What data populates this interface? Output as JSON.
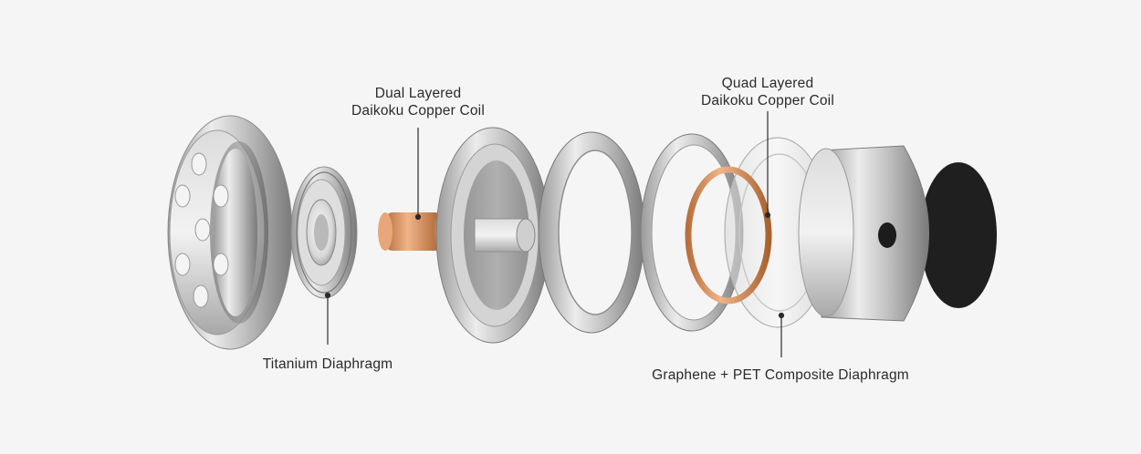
{
  "labels": {
    "dual_coil": {
      "line1": "Dual Layered",
      "line2": "Daikoku Copper Coil"
    },
    "quad_coil": {
      "line1": "Quad Layered",
      "line2": "Daikoku Copper Coil"
    },
    "titanium": "Titanium Diaphragm",
    "graphene": "Graphene + PET Composite Diaphragm"
  },
  "colors": {
    "background": "#f5f5f5",
    "metal_light": "#e6e6e6",
    "metal_mid": "#b5b5b5",
    "metal_dark": "#6e6e6e",
    "copper": "#d98e5a",
    "text": "#2b2b2b"
  }
}
